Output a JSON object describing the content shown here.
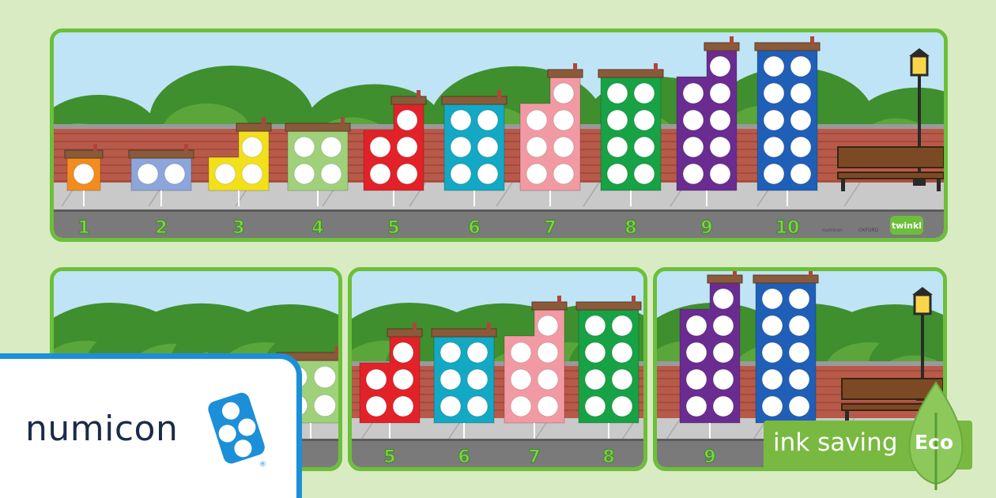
{
  "main_strip": {
    "numbers": [
      "1",
      "2",
      "3",
      "4",
      "5",
      "6",
      "7",
      "8",
      "9",
      "10"
    ],
    "footer_logos": {
      "numicon": "numicon",
      "oxford": "OXFORD",
      "twinkl": "twinkl"
    }
  },
  "sub_strip_1": {
    "numbers": []
  },
  "sub_strip_2": {
    "numbers": [
      "5",
      "6",
      "7",
      "8"
    ]
  },
  "sub_strip_3": {
    "numbers": [
      "9"
    ]
  },
  "brand": {
    "name": "numicon",
    "registered": "®"
  },
  "eco_badge": {
    "text": "ink saving",
    "label": "Eco"
  },
  "colors": {
    "one": "#f28c1e",
    "two": "#8ca6dc",
    "three": "#f2e01b",
    "four": "#9fd17a",
    "five": "#e22228",
    "six": "#13a8c3",
    "seven": "#f29aa3",
    "eight": "#16a245",
    "nine": "#6a2c91",
    "ten": "#1f5fb7",
    "frame": "#6cbf3a",
    "brand_blue": "#1c8fd8"
  }
}
